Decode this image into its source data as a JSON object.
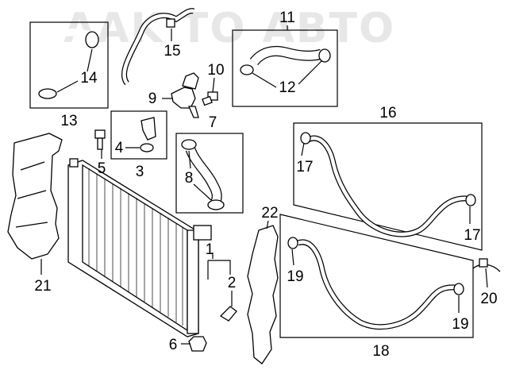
{
  "watermark": "AAK TO ABTO",
  "callouts": [
    {
      "id": "1",
      "text": "1"
    },
    {
      "id": "2",
      "text": "2"
    },
    {
      "id": "3",
      "text": "3"
    },
    {
      "id": "4",
      "text": "4"
    },
    {
      "id": "5",
      "text": "5"
    },
    {
      "id": "6",
      "text": "6"
    },
    {
      "id": "7",
      "text": "7"
    },
    {
      "id": "8",
      "text": "8"
    },
    {
      "id": "9",
      "text": "9"
    },
    {
      "id": "10",
      "text": "10"
    },
    {
      "id": "11",
      "text": "11"
    },
    {
      "id": "12",
      "text": "12"
    },
    {
      "id": "13",
      "text": "13"
    },
    {
      "id": "14",
      "text": "14"
    },
    {
      "id": "15",
      "text": "15"
    },
    {
      "id": "16",
      "text": "16"
    },
    {
      "id": "17a",
      "text": "17"
    },
    {
      "id": "17b",
      "text": "17"
    },
    {
      "id": "18",
      "text": "18"
    },
    {
      "id": "19a",
      "text": "19"
    },
    {
      "id": "19b",
      "text": "19"
    },
    {
      "id": "20",
      "text": "20"
    },
    {
      "id": "21",
      "text": "21"
    },
    {
      "id": "22",
      "text": "22"
    }
  ]
}
